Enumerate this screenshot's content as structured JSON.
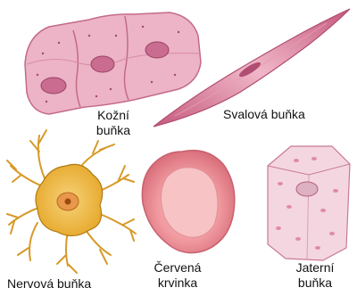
{
  "labels": {
    "skin_line1": "Kožní",
    "skin_line2": "buňka",
    "muscle": "Svalová buňka",
    "nerve": "Nervová buňka",
    "red_line1": "Červená",
    "red_line2": "krvinka",
    "liver_line1": "Jaterní",
    "liver_line2": "buňka"
  },
  "colors": {
    "cell_pink": "#e9a9bd",
    "cell_outline": "#c46a88",
    "nerve_fill": "#f2c24c",
    "nerve_outline": "#b07a14",
    "blood_fill": "#f0a0a4",
    "background": "#ffffff"
  }
}
